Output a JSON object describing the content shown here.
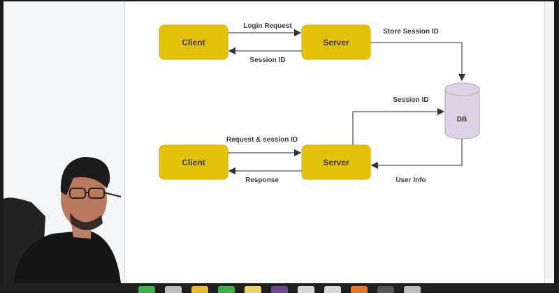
{
  "diagram": {
    "title": "Session-based authentication flow",
    "nodes": {
      "client_top": "Client",
      "server_top": "Server",
      "client_bottom": "Client",
      "server_bottom": "Server",
      "db": "DB"
    },
    "edges": {
      "login_request": "Login Request",
      "session_id_return": "Session ID",
      "store_session_id": "Store Session ID",
      "session_id_lookup": "Session ID",
      "request_session_id": "Request & session ID",
      "response": "Response",
      "user_info": "User Info"
    },
    "colors": {
      "node_fill": "#e2c20a",
      "db_fill": "#ddd3e4",
      "edge": "#555555"
    }
  },
  "dock": {
    "icon_colors": [
      "#3fae49",
      "#bdbdbd",
      "#e6b93a",
      "#3fae49",
      "#e8d36a",
      "#6a4a8a",
      "#d9d9d9",
      "#d9d9d9",
      "#e07a2a",
      "#555555",
      "#bdbdbd"
    ]
  }
}
